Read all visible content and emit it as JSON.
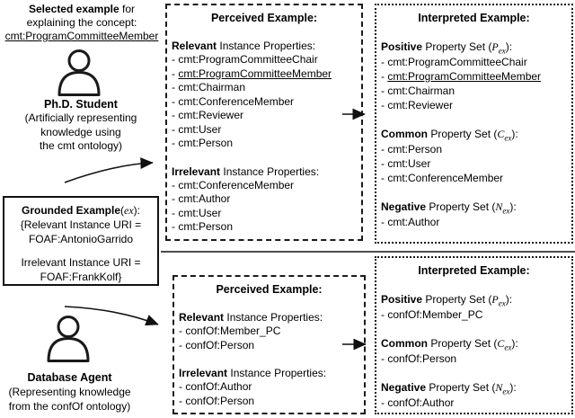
{
  "meta": {
    "bullet": "- ",
    "ink_color": "#111111",
    "bg_color": "#ffffff"
  },
  "left": {
    "selected": {
      "bold": "Selected example",
      "rest": " for",
      "line2": "explaining the concept:",
      "concept": "cmt:ProgramCommitteeMember"
    },
    "phd": {
      "name": "Ph.D. Student",
      "desc": [
        "(Artificially representing",
        "knowledge using",
        "the cmt ontology)"
      ]
    },
    "grounded": {
      "title_bold": "Grounded Example",
      "paren_open": "(",
      "var": "ex",
      "paren_close": "):",
      "lines": [
        "{Relevant Instance URI =",
        "FOAF:AntonioGarrido"
      ],
      "lines2": [
        "Irrelevant Instance URI =",
        "FOAF:FrankKolf}"
      ]
    },
    "db": {
      "name": "Database Agent",
      "desc": [
        "(Representing knowledge",
        "from the confOf ontology)"
      ]
    }
  },
  "perceived_cmt": {
    "title": "Perceived Example:",
    "relevant": {
      "bold": "Relevant",
      "rest": " Instance Properties:",
      "items": [
        {
          "t": "cmt:ProgramCommitteeChair"
        },
        {
          "t": "cmt:ProgramCommitteeMember",
          "u": true
        },
        {
          "t": "cmt:Chairman"
        },
        {
          "t": "cmt:ConferenceMember"
        },
        {
          "t": "cmt:Reviewer"
        },
        {
          "t": "cmt:User"
        },
        {
          "t": "cmt:Person"
        }
      ]
    },
    "irrelevant": {
      "bold": "Irrelevant",
      "rest": " Instance Properties:",
      "items": [
        {
          "t": "cmt:ConferenceMember"
        },
        {
          "t": "cmt:Author"
        },
        {
          "t": "cmt:User"
        },
        {
          "t": "cmt:Person"
        }
      ]
    }
  },
  "interpreted_cmt": {
    "title": "Interpreted Example:",
    "sections": [
      {
        "bold": "Positive",
        "rest": " Property Set (",
        "var": "P",
        "sub": "ex",
        "end": "):",
        "items": [
          {
            "t": "cmt:ProgramCommitteeChair"
          },
          {
            "t": "cmt:ProgramCommitteeMember",
            "u": true
          },
          {
            "t": "cmt:Chairman"
          },
          {
            "t": "cmt:Reviewer"
          }
        ]
      },
      {
        "bold": "Common",
        "rest": " Property Set (",
        "var": "C",
        "sub": "ex",
        "end": "):",
        "items": [
          {
            "t": "cmt:Person"
          },
          {
            "t": "cmt:User"
          },
          {
            "t": "cmt:ConferenceMember"
          }
        ]
      },
      {
        "bold": "Negative",
        "rest": " Property Set (",
        "var": "N",
        "sub": "ex",
        "end": "):",
        "items": [
          {
            "t": "cmt:Author"
          }
        ]
      }
    ]
  },
  "perceived_confof": {
    "title": "Perceived Example:",
    "relevant": {
      "bold": "Relevant",
      "rest": " Instance Properties:",
      "items": [
        {
          "t": "confOf:Member_PC"
        },
        {
          "t": "confOf:Person"
        }
      ]
    },
    "irrelevant": {
      "bold": "Irrelevant",
      "rest": " Instance Properties:",
      "items": [
        {
          "t": "confOf:Author"
        },
        {
          "t": "confOf:Person"
        }
      ]
    }
  },
  "interpreted_confof": {
    "title": "Interpreted Example:",
    "sections": [
      {
        "bold": "Positive",
        "rest": " Property Set (",
        "var": "P",
        "sub": "ex",
        "end": "):",
        "items": [
          {
            "t": "confOf:Member_PC"
          }
        ]
      },
      {
        "bold": "Common",
        "rest": " Property Set (",
        "var": "C",
        "sub": "ex",
        "end": "):",
        "items": [
          {
            "t": "confOf:Person"
          }
        ]
      },
      {
        "bold": "Negative",
        "rest": " Property Set (",
        "var": "N",
        "sub": "ex",
        "end": "):",
        "items": [
          {
            "t": "confOf:Author"
          }
        ]
      }
    ]
  }
}
